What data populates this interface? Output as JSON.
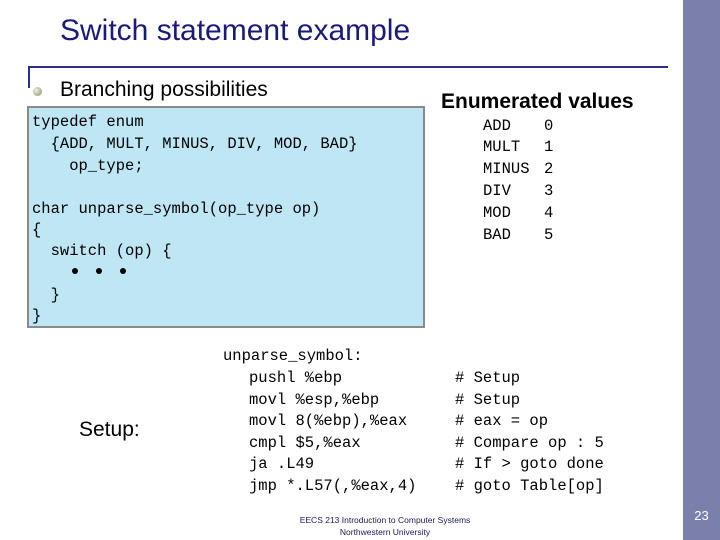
{
  "slide": {
    "title": "Switch statement example",
    "bullet": "Branching possibilities",
    "page_number": "23",
    "footer_line1": "EECS 213 Introduction to Computer Systems",
    "footer_line2": "Northwestern University"
  },
  "code_box": {
    "lines": [
      "typedef enum",
      "  {ADD, MULT, MINUS, DIV, MOD, BAD}",
      "    op_type;",
      "",
      "char unparse_symbol(op_type op)",
      "{",
      "  switch (op) {",
      "  }",
      "}"
    ],
    "ellipsis": "• • •"
  },
  "enum_table": {
    "heading": "Enumerated values",
    "rows": [
      {
        "name": "ADD",
        "value": "0"
      },
      {
        "name": "MULT",
        "value": "1"
      },
      {
        "name": "MINUS",
        "value": "2"
      },
      {
        "name": "DIV",
        "value": "3"
      },
      {
        "name": "MOD",
        "value": "4"
      },
      {
        "name": "BAD",
        "value": "5"
      }
    ]
  },
  "assembly": {
    "label": "Setup:",
    "header": "unparse_symbol:",
    "rows": [
      {
        "instr": "pushl %ebp",
        "comment": "# Setup"
      },
      {
        "instr": "movl %esp,%ebp",
        "comment": "# Setup"
      },
      {
        "instr": "movl 8(%ebp),%eax",
        "comment": "# eax = op"
      },
      {
        "instr": "cmpl $5,%eax",
        "comment": "# Compare op : 5"
      },
      {
        "instr": "ja .L49",
        "comment": "# If > goto done"
      },
      {
        "instr": "jmp *.L57(,%eax,4)",
        "comment": "# goto Table[op]"
      }
    ]
  }
}
